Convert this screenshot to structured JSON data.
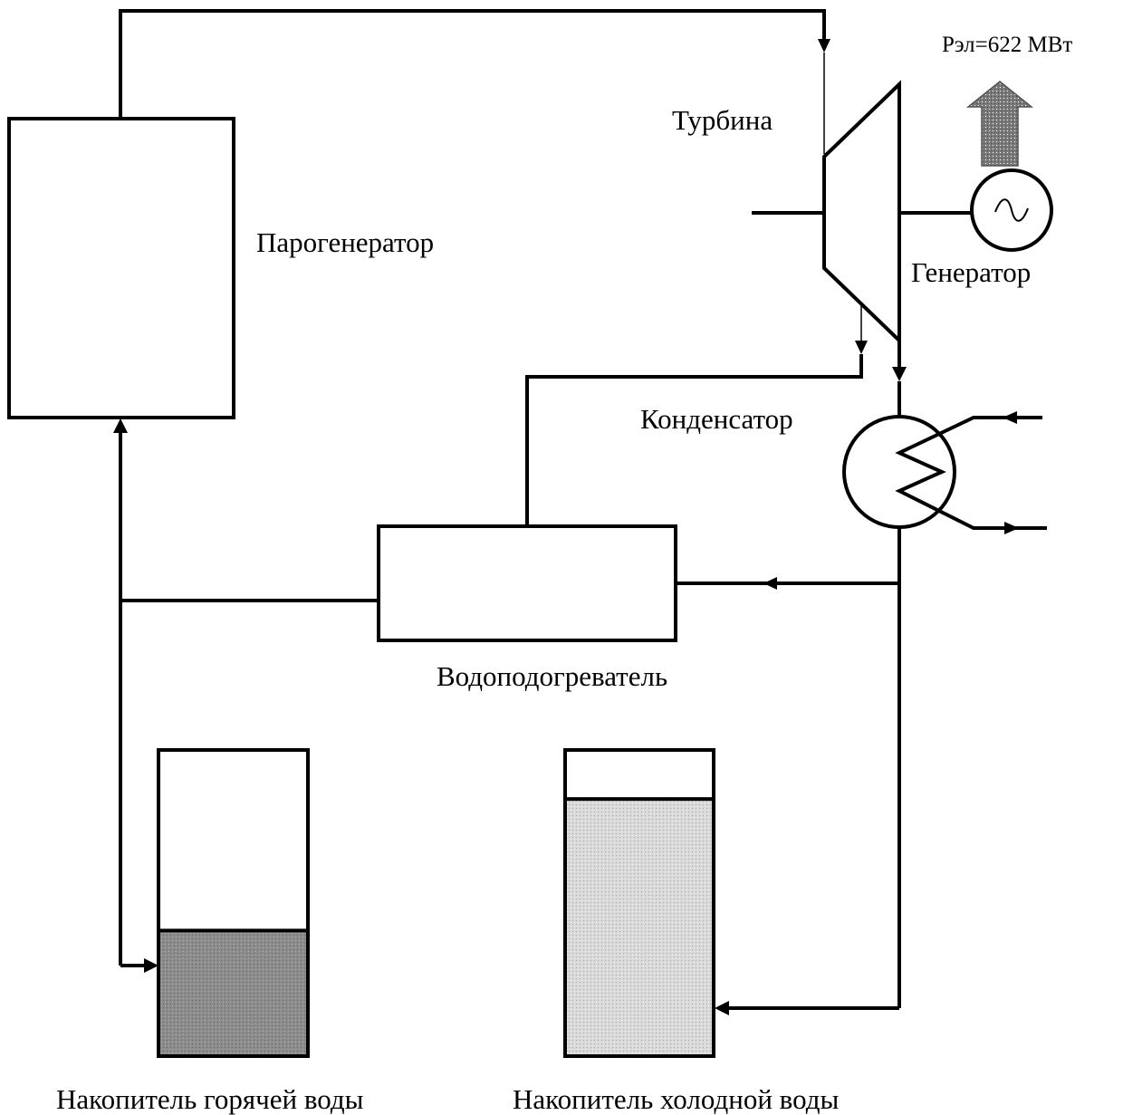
{
  "labels": {
    "steam_generator": "Парогенератор",
    "turbine": "Турбина",
    "power": "Pэл=622 МВт",
    "generator": "Генератор",
    "condenser": "Конденсатор",
    "water_heater": "Водоподогреватель",
    "hot_storage": "Накопитель горячей воды",
    "cold_storage": "Накопитель холодной  воды"
  },
  "levels": {
    "hot_storage_fill_fraction": 0.41,
    "cold_storage_fill_fraction": 0.84
  },
  "colors": {
    "line": "#000000",
    "hot_water": "#8c8c8c",
    "cold_water": "#d6d6d6",
    "power_arrow": "#8a8a8a",
    "background": "#ffffff"
  }
}
